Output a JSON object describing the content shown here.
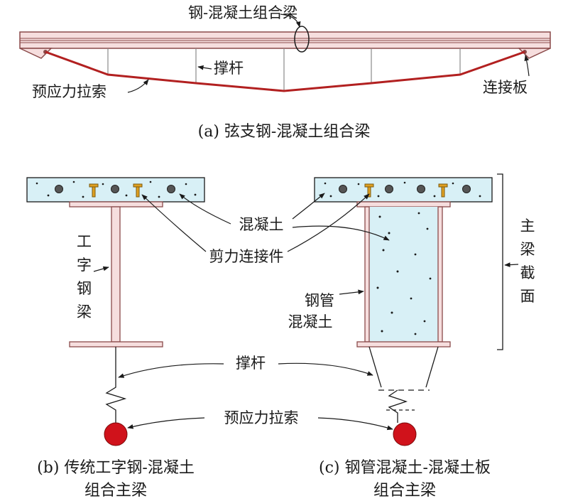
{
  "colors": {
    "steel_fill": "#f6dede",
    "steel_stroke": "#8a4a4a",
    "concrete_fill": "#d8f0f6",
    "cable": "#b22020",
    "anchor_ball": "#d0121b",
    "line": "#1a1a1a"
  },
  "figure_a": {
    "top_label": "钢-混凝土组合梁",
    "strut_label": "撑杆",
    "cable_label": "预应力拉索",
    "plate_label": "连接板",
    "caption": "(a) 弦支钢-混凝土组合梁"
  },
  "figure_bc": {
    "concrete_label": "混凝土",
    "connector_label": "剪力连接件",
    "ibeam_label": [
      "工",
      "字",
      "钢",
      "梁"
    ],
    "tube_label": [
      "钢管",
      "混凝土"
    ],
    "section_label": [
      "主",
      "梁",
      "截",
      "面"
    ],
    "strut_label": "撑杆",
    "cable_label": "预应力拉索",
    "caption_b": [
      "(b) 传统工字钢-混凝土",
      "组合主梁"
    ],
    "caption_c": [
      "(c) 钢管混凝土-混凝土板",
      "组合主梁"
    ]
  }
}
